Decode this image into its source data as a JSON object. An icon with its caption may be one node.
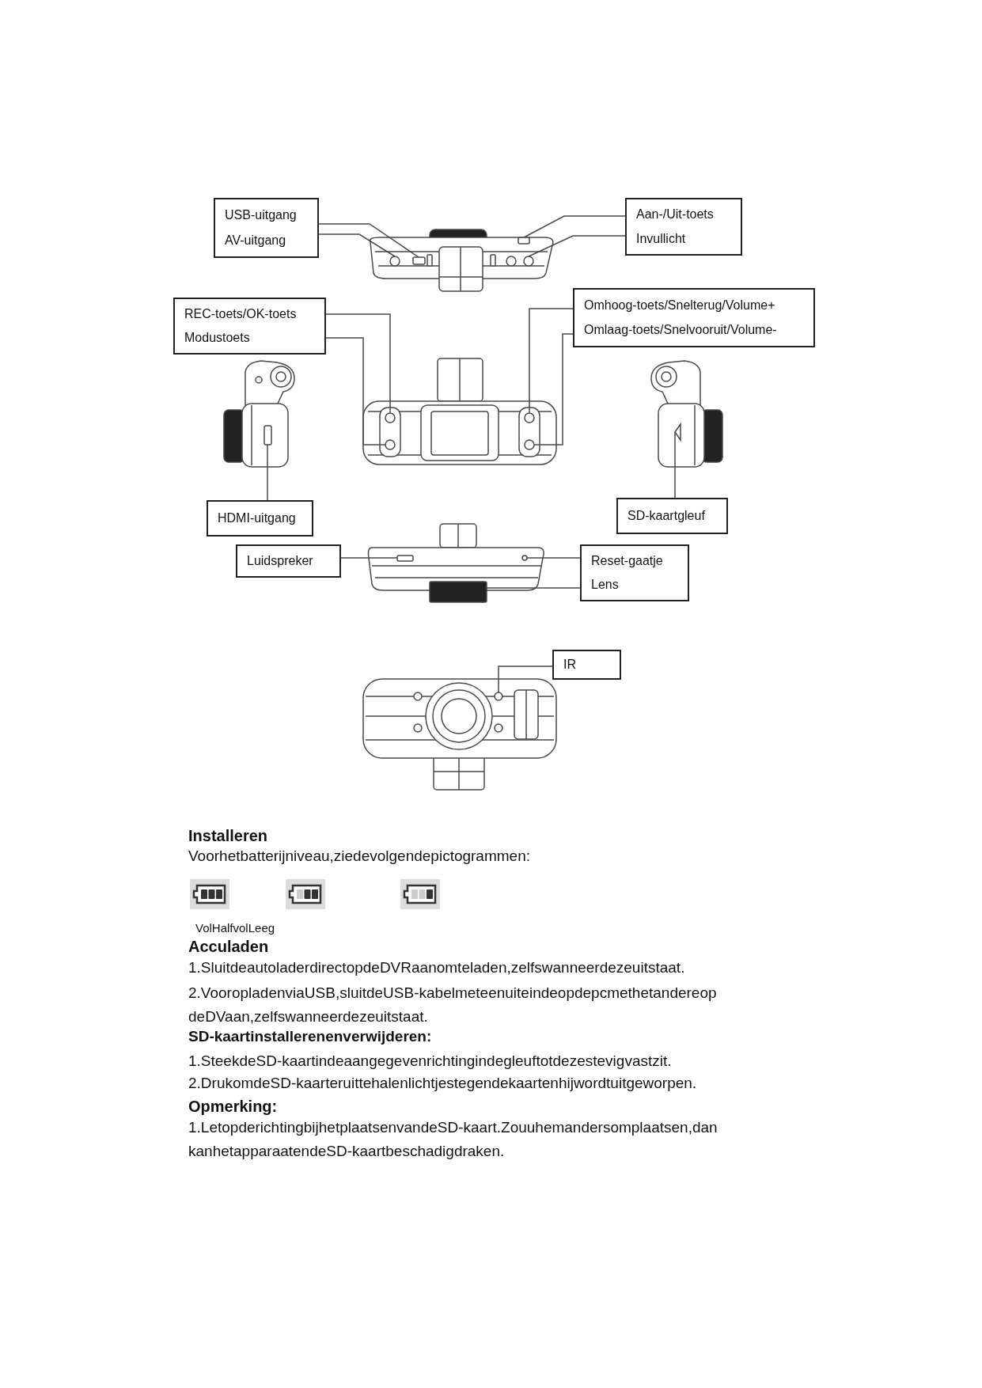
{
  "diagram": {
    "nodes": [
      {
        "text": [
          "USB-uitgang",
          "AV-uitgang"
        ]
      },
      {
        "text": [
          "Aan-/Uit-toets",
          "Invullicht"
        ]
      },
      {
        "text": [
          "REC-toets/OK-toets",
          "Modustoets"
        ]
      },
      {
        "text": [
          "Omhoog-toets/Snelterug/Volume+",
          "Omlaag-toets/Snelvooruit/Volume-"
        ]
      },
      {
        "text": [
          "HDMI-uitgang"
        ]
      },
      {
        "text": [
          "SD-kaartgleuf"
        ]
      },
      {
        "text": [
          "Luidspreker"
        ]
      },
      {
        "text": [
          "Reset-gaatje",
          "Lens"
        ]
      },
      {
        "text": [
          "IR"
        ]
      },
      {
        "text": [],
        "shape": "box"
      },
      {
        "text": [],
        "shape": "circle"
      },
      {
        "text": [],
        "shape": "box"
      },
      {
        "text": [],
        "shape": "circle"
      },
      {
        "text": [],
        "shape": "circle"
      },
      {
        "text": [],
        "shape": "circle"
      },
      {
        "text": [],
        "shape": "circle"
      },
      {
        "text": [],
        "shape": "circle"
      },
      {
        "text": [],
        "shape": "box"
      },
      {
        "text": [],
        "shape": "triangle"
      },
      {
        "text": [],
        "shape": "box"
      },
      {
        "text": [],
        "shape": "circle"
      },
      {
        "text": [],
        "shape": "box"
      },
      {
        "text": [],
        "shape": "circle"
      }
    ],
    "edges": [
      {
        "from": 0,
        "to": 9,
        "arrow": "none"
      },
      {
        "from": 0,
        "to": 10,
        "arrow": "none"
      },
      {
        "from": 1,
        "to": 11,
        "arrow": "none"
      },
      {
        "from": 1,
        "to": 12,
        "arrow": "none"
      },
      {
        "from": 2,
        "to": 13,
        "arrow": "none"
      },
      {
        "from": 2,
        "to": 14,
        "arrow": "none"
      },
      {
        "from": 3,
        "to": 15,
        "arrow": "none"
      },
      {
        "from": 3,
        "to": 16,
        "arrow": "none"
      },
      {
        "from": 4,
        "to": 17,
        "arrow": "none"
      },
      {
        "from": 5,
        "to": 18,
        "arrow": "none"
      },
      {
        "from": 6,
        "to": 19,
        "arrow": "none"
      },
      {
        "from": 7,
        "to": 20,
        "arrow": "none"
      },
      {
        "from": 7,
        "to": 21,
        "arrow": "none"
      },
      {
        "from": 8,
        "to": 22,
        "arrow": "none"
      }
    ],
    "labels": [
      "Installeren",
      "Voorhetbatterijniveau,ziedevolgendepictogrammen:",
      "VolHalfvolLeeg",
      "Acculaden",
      "1.SluitdeautoladerdirectopdeDVRaanomteladen,zelfswanneerdezeuitstaat.",
      "2.VooropladenviaUSB,sluitdeUSB-kabelmeteenuiteindeopdepcmethetandereop deDVaan,zelfswanneerdezeuitstaat.",
      "SD-kaartinstallerenenverwijderen:",
      "1.SteekdeSD-kaartindeaangegevenrichtingindegleuftotdezestevigvastzit.",
      "2.DrukomdeSD-kaarteruittehalenlichtjestegendekaartenhijwordtuitgeworpen.",
      "Opmerking:",
      "1.LetopderichtingbijhetplaatsenvandeSD-kaart.Zouuhemandersomplaatsen,dan kanhetapparaatendeSD-kaartbeschadigdraken."
    ]
  }
}
